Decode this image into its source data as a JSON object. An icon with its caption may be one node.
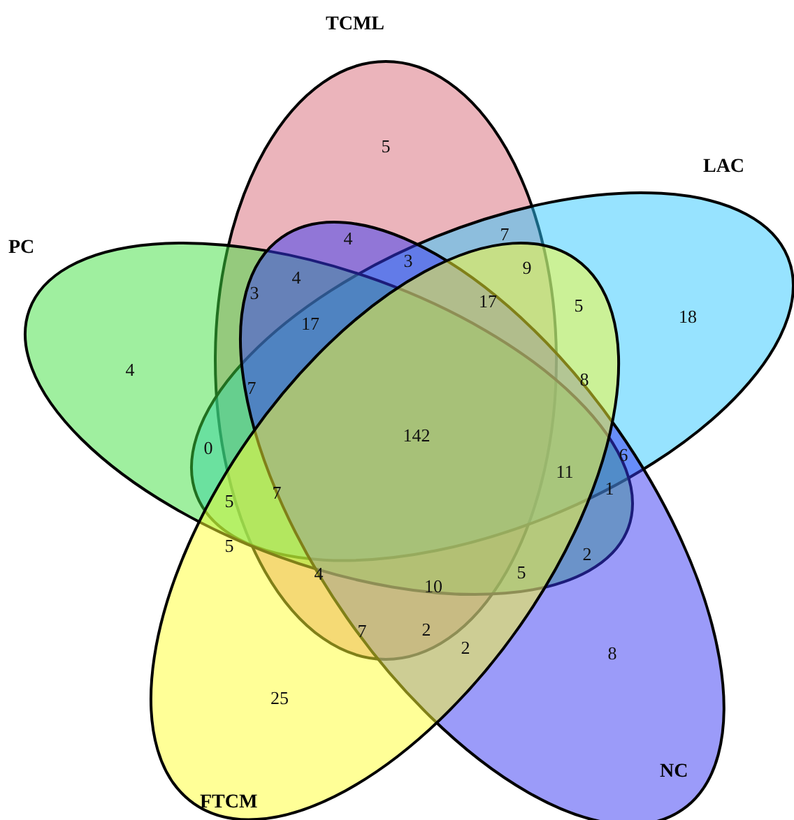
{
  "diagram": {
    "nodes": [
      {
        "text": [
          "TCML"
        ]
      },
      {
        "text": [
          "LAC"
        ]
      },
      {
        "text": [
          "PC"
        ]
      },
      {
        "text": [
          "NC"
        ]
      },
      {
        "text": [
          "FTCM"
        ]
      }
    ],
    "labels": [
      "5",
      "4",
      "7",
      "3",
      "4",
      "3",
      "9",
      "4",
      "17",
      "17",
      "5",
      "18",
      "8",
      "7",
      "6",
      "0",
      "142",
      "11",
      "1",
      "5",
      "7",
      "5",
      "2",
      "4",
      "10",
      "5",
      "7",
      "2",
      "2",
      "8",
      "25"
    ]
  }
}
